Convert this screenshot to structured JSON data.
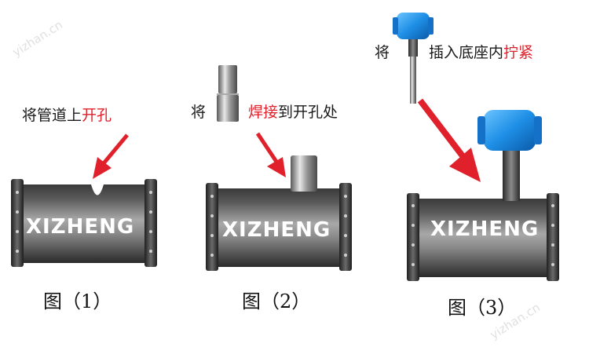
{
  "steps": [
    {
      "instruction": {
        "pre": "将管道上",
        "highlight": "开孔",
        "post": ""
      },
      "brand": "XIZHENG",
      "caption": "图（1）"
    },
    {
      "instruction": {
        "pre": "将",
        "mid": "",
        "highlight": "焊接",
        "post": "到开孔处"
      },
      "brand": "XIZHENG",
      "caption": "图（2）"
    },
    {
      "instruction": {
        "pre": "将",
        "mid": "插入底座内",
        "highlight": "拧紧"
      },
      "brand": "XIZHENG",
      "caption": "图（3）"
    }
  ],
  "watermark": "yizhan.cn",
  "colors": {
    "highlight": "#e0202a",
    "arrow": "#e0202a",
    "pipe_dark": "#2b2b2b",
    "pipe_light": "#9a9a9a",
    "flange": "#3a3a3a",
    "head_blue": "#1e90e6"
  }
}
